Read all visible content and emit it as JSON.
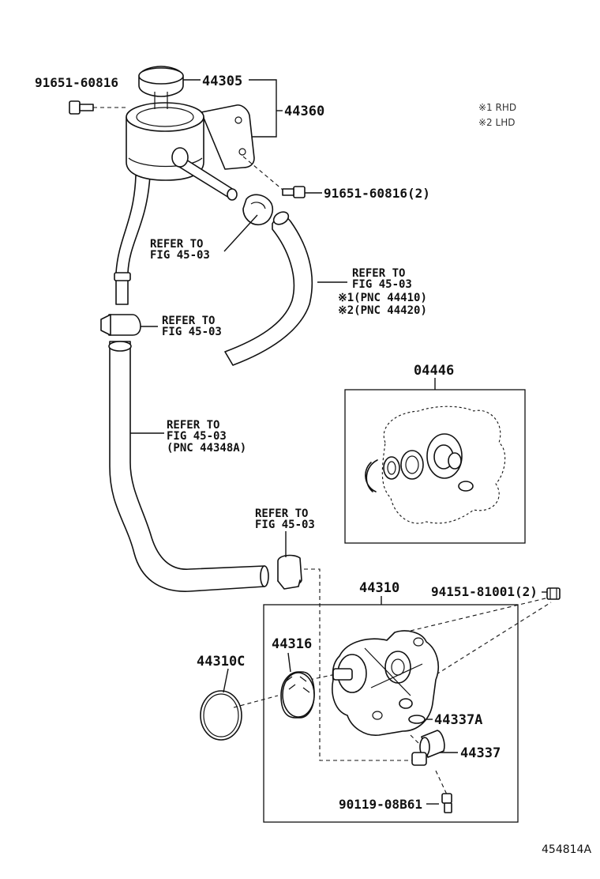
{
  "labels": {
    "bolt_left": "91651-60816",
    "cap": "44305",
    "reservoir": "44360",
    "bolt_right": "91651-60816(2)",
    "clamp_upper_l1": "REFER TO",
    "clamp_upper_l2": "FIG 45-03",
    "return_hose_l1": "REFER TO",
    "return_hose_l2": "FIG 45-03",
    "return_hose_l3": "※1(PNC 44410)",
    "return_hose_l4": "※2(PNC 44420)",
    "clamp_mid_l1": "REFER TO",
    "clamp_mid_l2": "FIG 45-03",
    "suction_hose_l1": "REFER TO",
    "suction_hose_l2": "FIG 45-03",
    "suction_hose_l3": "(PNC 44348A)",
    "clamp_lower_l1": "REFER TO",
    "clamp_lower_l2": "FIG 45-03",
    "kit": "04446",
    "pump": "44310",
    "pump_bolt": "94151-81001(2)",
    "pulley": "44316",
    "oring_big": "44310C",
    "oring_small": "44337A",
    "union": "44337",
    "union_bolt": "90119-08B61",
    "illustration_id": "454814A"
  },
  "notes": {
    "note1": "※1 RHD",
    "note2": "※2 LHD"
  }
}
